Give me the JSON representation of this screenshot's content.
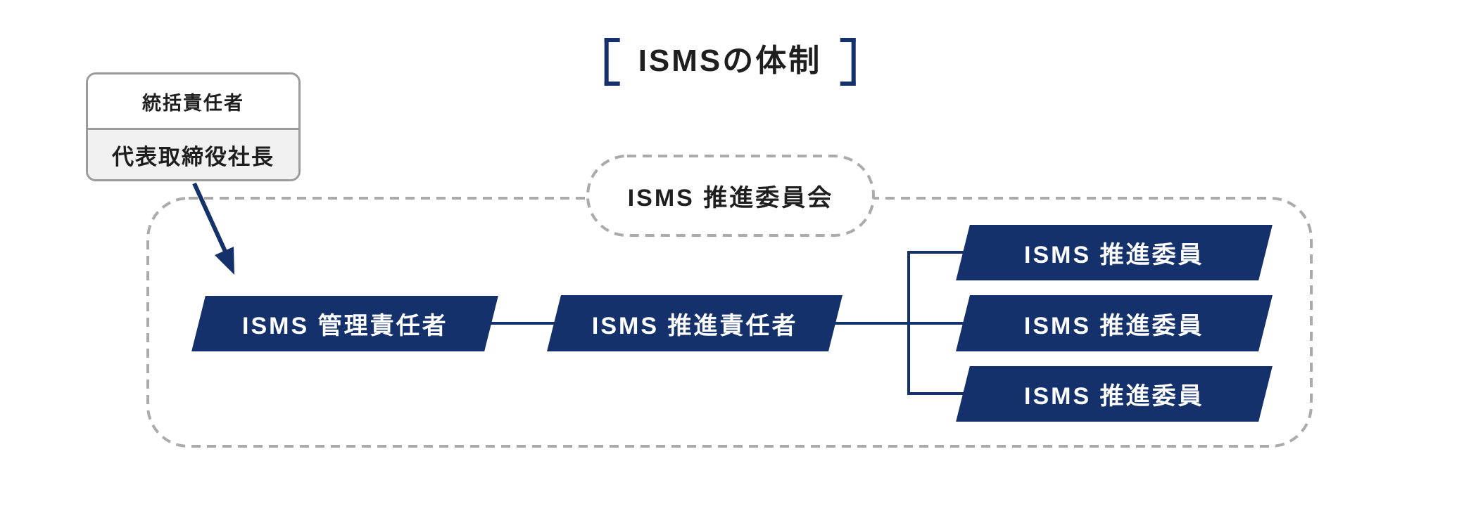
{
  "diagram": {
    "title": "ISMSの体制",
    "leader_box": {
      "role": "統括責任者",
      "name": "代表取締役社長"
    },
    "committee": {
      "label": "ISMS 推進委員会"
    },
    "nodes": {
      "manager": {
        "label": "ISMS 管理責任者"
      },
      "promoter": {
        "label": "ISMS 推進責任者"
      },
      "members": [
        {
          "label": "ISMS 推進委員"
        },
        {
          "label": "ISMS 推進委員"
        },
        {
          "label": "ISMS 推進委員"
        }
      ]
    },
    "colors": {
      "navy": "#14316b",
      "dash_gray": "#ababab",
      "box_border": "#9b9b9b",
      "box_body_bg": "#f1f1f2",
      "text_dark": "#1e1e1e"
    }
  }
}
